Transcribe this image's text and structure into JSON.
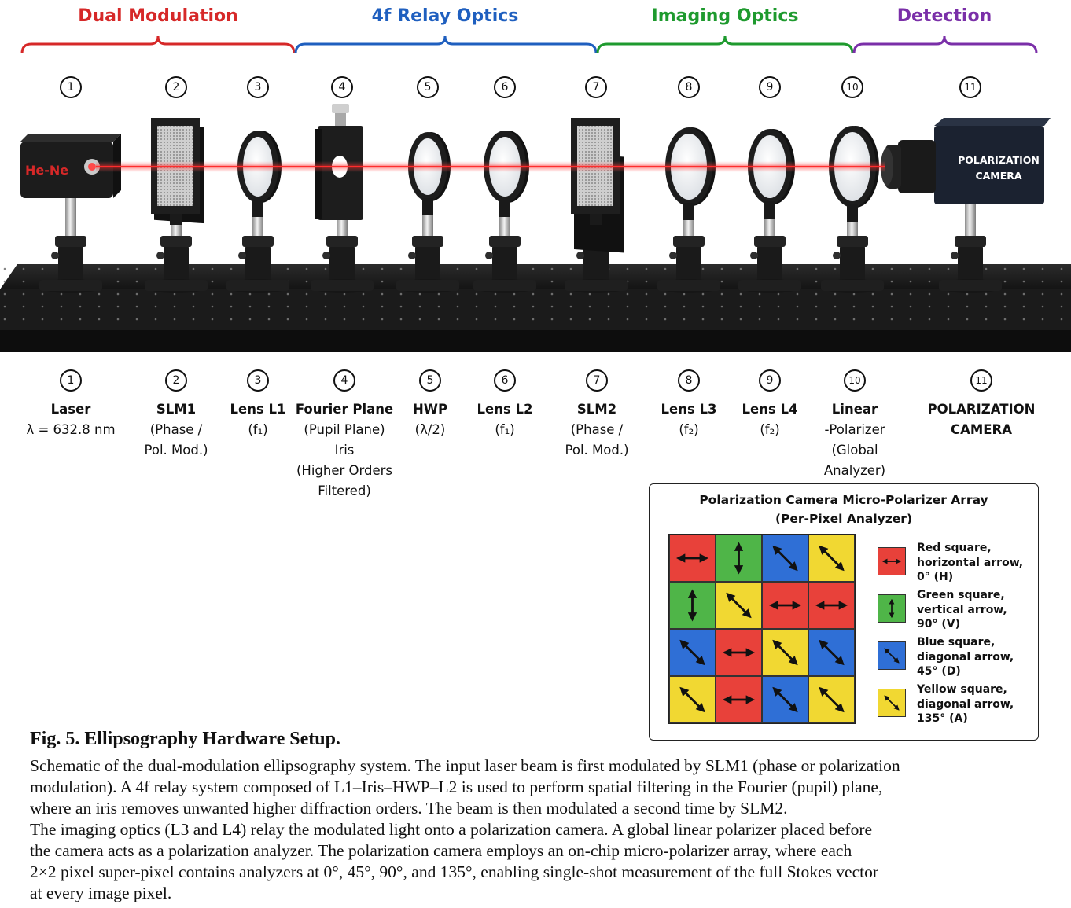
{
  "sections": [
    {
      "label": "Dual Modulation",
      "color": "#d62828"
    },
    {
      "label": "4f Relay Optics",
      "color": "#1f5fbf"
    },
    {
      "label": "Imaging Optics",
      "color": "#1e9a2e"
    },
    {
      "label": "Detection",
      "color": "#7a2fa8"
    }
  ],
  "numbers": [
    "1",
    "2",
    "3",
    "4",
    "5",
    "6",
    "7",
    "8",
    "9",
    "10",
    "11"
  ],
  "device_text": {
    "laser_body": "He-Ne",
    "camera_line1": "POLARIZATION",
    "camera_line2": "CAMERA"
  },
  "components": [
    {
      "name": "Laser",
      "lines": [
        "λ = 632.8 nm"
      ]
    },
    {
      "name": "SLM1",
      "lines": [
        "(Phase /",
        "Pol. Mod.)"
      ]
    },
    {
      "name": "Lens L1",
      "lines": [
        "(f₁)"
      ]
    },
    {
      "name": "Fourier Plane",
      "lines": [
        "(Pupil Plane)",
        "Iris",
        "(Higher Orders",
        "Filtered)"
      ]
    },
    {
      "name": "HWP",
      "lines": [
        "(λ/2)"
      ]
    },
    {
      "name": "Lens L2",
      "lines": [
        "(f₁)"
      ]
    },
    {
      "name": "SLM2",
      "lines": [
        "(Phase /",
        "Pol. Mod.)"
      ]
    },
    {
      "name": "Lens L3",
      "lines": [
        "(f₂)"
      ]
    },
    {
      "name": "Lens L4",
      "lines": [
        "(f₂)"
      ]
    },
    {
      "name": "Linear",
      "lines": [
        "-Polarizer",
        "(Global",
        "Analyzer)"
      ]
    },
    {
      "name": "POLARIZATION",
      "lines": [
        "CAMERA"
      ]
    }
  ],
  "micro_polarizer": {
    "title_line1": "Polarization Camera Micro-Polarizer Array",
    "title_line2": "(Per-Pixel Analyzer)",
    "colors": {
      "H": "#e8413a",
      "V": "#4fb548",
      "D": "#2f6fd6",
      "A": "#f1d832"
    },
    "grid": [
      [
        "H",
        "V",
        "D",
        "A"
      ],
      [
        "V",
        "A",
        "H",
        "H"
      ],
      [
        "D",
        "H",
        "A",
        "D"
      ],
      [
        "A",
        "H",
        "D",
        "A"
      ]
    ],
    "legend": [
      {
        "key": "H",
        "lines": [
          "Red square,",
          "horizontal arrow,",
          "0° (H)"
        ]
      },
      {
        "key": "V",
        "lines": [
          "Green square,",
          "vertical arrow,",
          "90° (V)"
        ]
      },
      {
        "key": "D",
        "lines": [
          "Blue square,",
          "diagonal arrow,",
          "45° (D)"
        ]
      },
      {
        "key": "A",
        "lines": [
          "Yellow square,",
          "diagonal arrow,",
          "135° (A)"
        ]
      }
    ]
  },
  "caption": {
    "title": "Fig. 5. Ellipsography Hardware Setup.",
    "lines": [
      "Schematic of the dual-modulation ellipsography system. The input laser beam is first modulated by SLM1 (phase or polarization",
      "modulation). A 4f relay system composed of L1–Iris–HWP–L2 is used to perform spatial filtering in the Fourier (pupil) plane,",
      "where an iris removes unwanted higher diffraction orders. The beam is then modulated a second time by SLM2.",
      "The imaging optics (L3 and L4) relay the modulated light onto a polarization camera. A global linear polarizer placed before",
      "the camera acts as a polarization analyzer. The polarization camera employs an on-chip micro-polarizer array, where each",
      "2×2 pixel super-pixel contains analyzers at 0°, 45°, 90°, and 135°, enabling single-shot measurement of the full Stokes vector",
      "at every image pixel."
    ]
  }
}
